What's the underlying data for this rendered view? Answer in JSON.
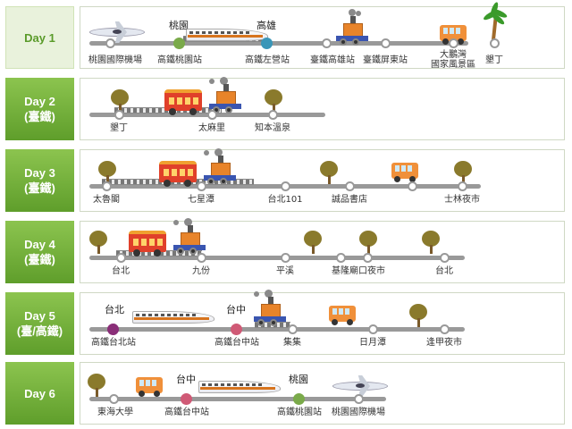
{
  "days": [
    {
      "label": "Day 1",
      "sub": "",
      "stops": [
        "桃園國際機場",
        "高鐵桃園站",
        "高鐵左營站",
        "臺鐵高雄站",
        "臺鐵屏東站",
        "大鵬灣",
        "國家風景區",
        "墾丁"
      ],
      "cities": [
        "桃園",
        "高雄"
      ]
    },
    {
      "label": "Day 2",
      "sub": "(臺鐵)",
      "stops": [
        "墾丁",
        "太麻里",
        "知本溫泉"
      ],
      "cities": []
    },
    {
      "label": "Day 3",
      "sub": "(臺鐵)",
      "stops": [
        "太魯閣",
        "七星潭",
        "台北101",
        "誠品書店",
        "士林夜市"
      ],
      "cities": []
    },
    {
      "label": "Day 4",
      "sub": "(臺鐵)",
      "stops": [
        "台北",
        "九份",
        "平溪",
        "基隆廟口夜市",
        "台北"
      ],
      "cities": []
    },
    {
      "label": "Day 5",
      "sub": "(臺/高鐵)",
      "stops": [
        "高鐵台北站",
        "高鐵台中站",
        "集集",
        "日月潭",
        "逢甲夜市"
      ],
      "cities": [
        "台北",
        "台中"
      ]
    },
    {
      "label": "Day 6",
      "sub": "",
      "stops": [
        "東海大學",
        "高鐵台中站",
        "高鐵桃園站",
        "桃園國際機場"
      ],
      "cities": [
        "台中",
        "桃園"
      ]
    }
  ],
  "colors": {
    "day_tab_first": "#e9f2dc",
    "day_tab": "#6aa836",
    "track": "#999999",
    "dot_taoyuan": "#7aaa4a",
    "dot_kaohsiung": "#3a96b8",
    "dot_taipei": "#8a2e78",
    "dot_taichung": "#d05a76"
  },
  "icons": [
    "airplane-icon",
    "hsr-train-icon",
    "steam-locomotive-icon",
    "bus-icon",
    "tree-icon",
    "palm-tree-icon",
    "railway-track-icon"
  ]
}
